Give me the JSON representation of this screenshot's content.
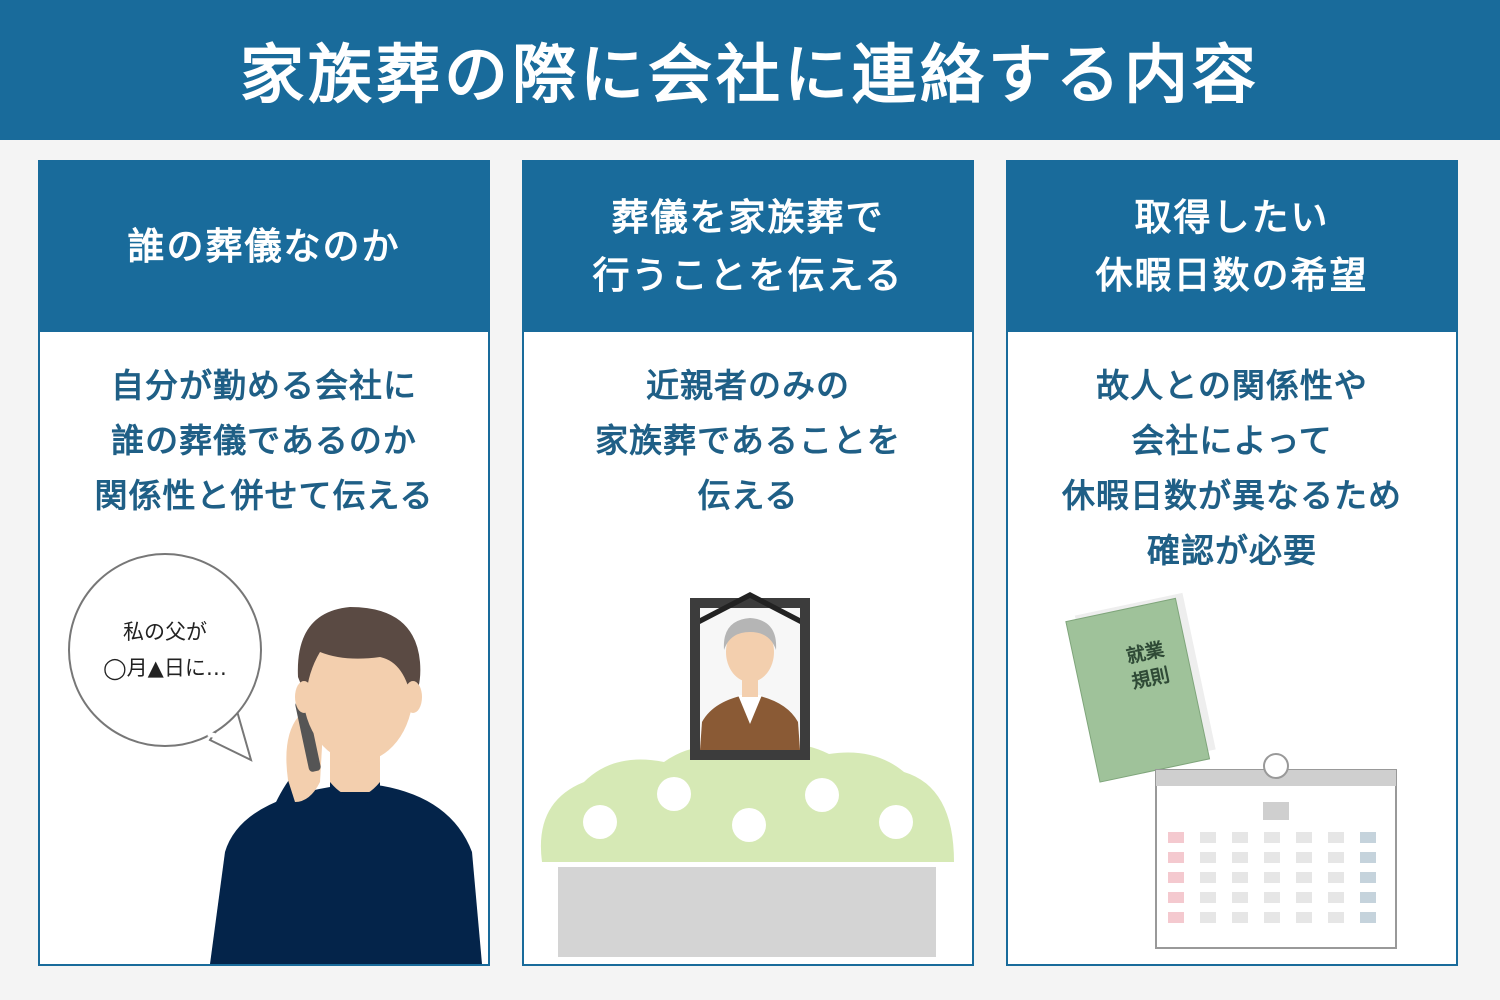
{
  "title": "家族葬の際に会社に連絡する内容",
  "colors": {
    "header_blue": "#196b9b",
    "text_blue": "#1f5f86",
    "background": "#f4f4f4"
  },
  "panels": [
    {
      "heading_lines": [
        "誰の葬儀なのか"
      ],
      "body_lines": [
        "自分が勤める会社に",
        "誰の葬儀であるのか",
        "関係性と併せて伝える"
      ],
      "illustration": "man-on-phone",
      "speech_bubble_lines": [
        "私の父が",
        "◯月▲日に…"
      ]
    },
    {
      "heading_lines": [
        "葬儀を家族葬で",
        "行うことを伝える"
      ],
      "body_lines": [
        "近親者のみの",
        "家族葬であることを",
        "伝える"
      ],
      "illustration": "funeral-altar-portrait"
    },
    {
      "heading_lines": [
        "取得したい",
        "休暇日数の希望"
      ],
      "body_lines": [
        "故人との関係性や",
        "会社によって",
        "休暇日数が異なるため",
        "確認が必要"
      ],
      "illustration": "rulebook-and-calendar",
      "book_label_lines": [
        "就業",
        "規則"
      ]
    }
  ]
}
